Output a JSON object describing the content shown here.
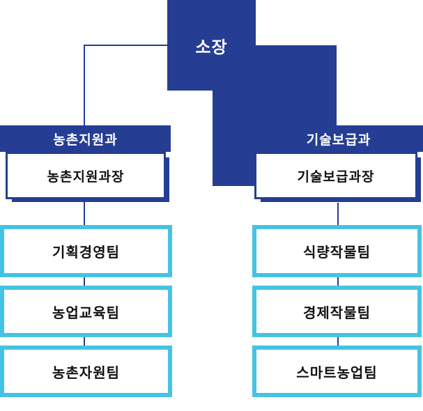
{
  "colors": {
    "navy": "#253e94",
    "cyan": "#45c3e2",
    "box_text": "#111111",
    "header_text": "#ffffff"
  },
  "root": {
    "label": "소장"
  },
  "left": {
    "dept": "농촌지원과",
    "head": "농촌지원과장",
    "teams": [
      "기획경영팀",
      "농업교육팀",
      "농촌자원팀"
    ]
  },
  "right": {
    "dept": "기술보급과",
    "head": "기술보급과장",
    "teams": [
      "식량작물팀",
      "경제작물팀",
      "스마트농업팀"
    ]
  }
}
